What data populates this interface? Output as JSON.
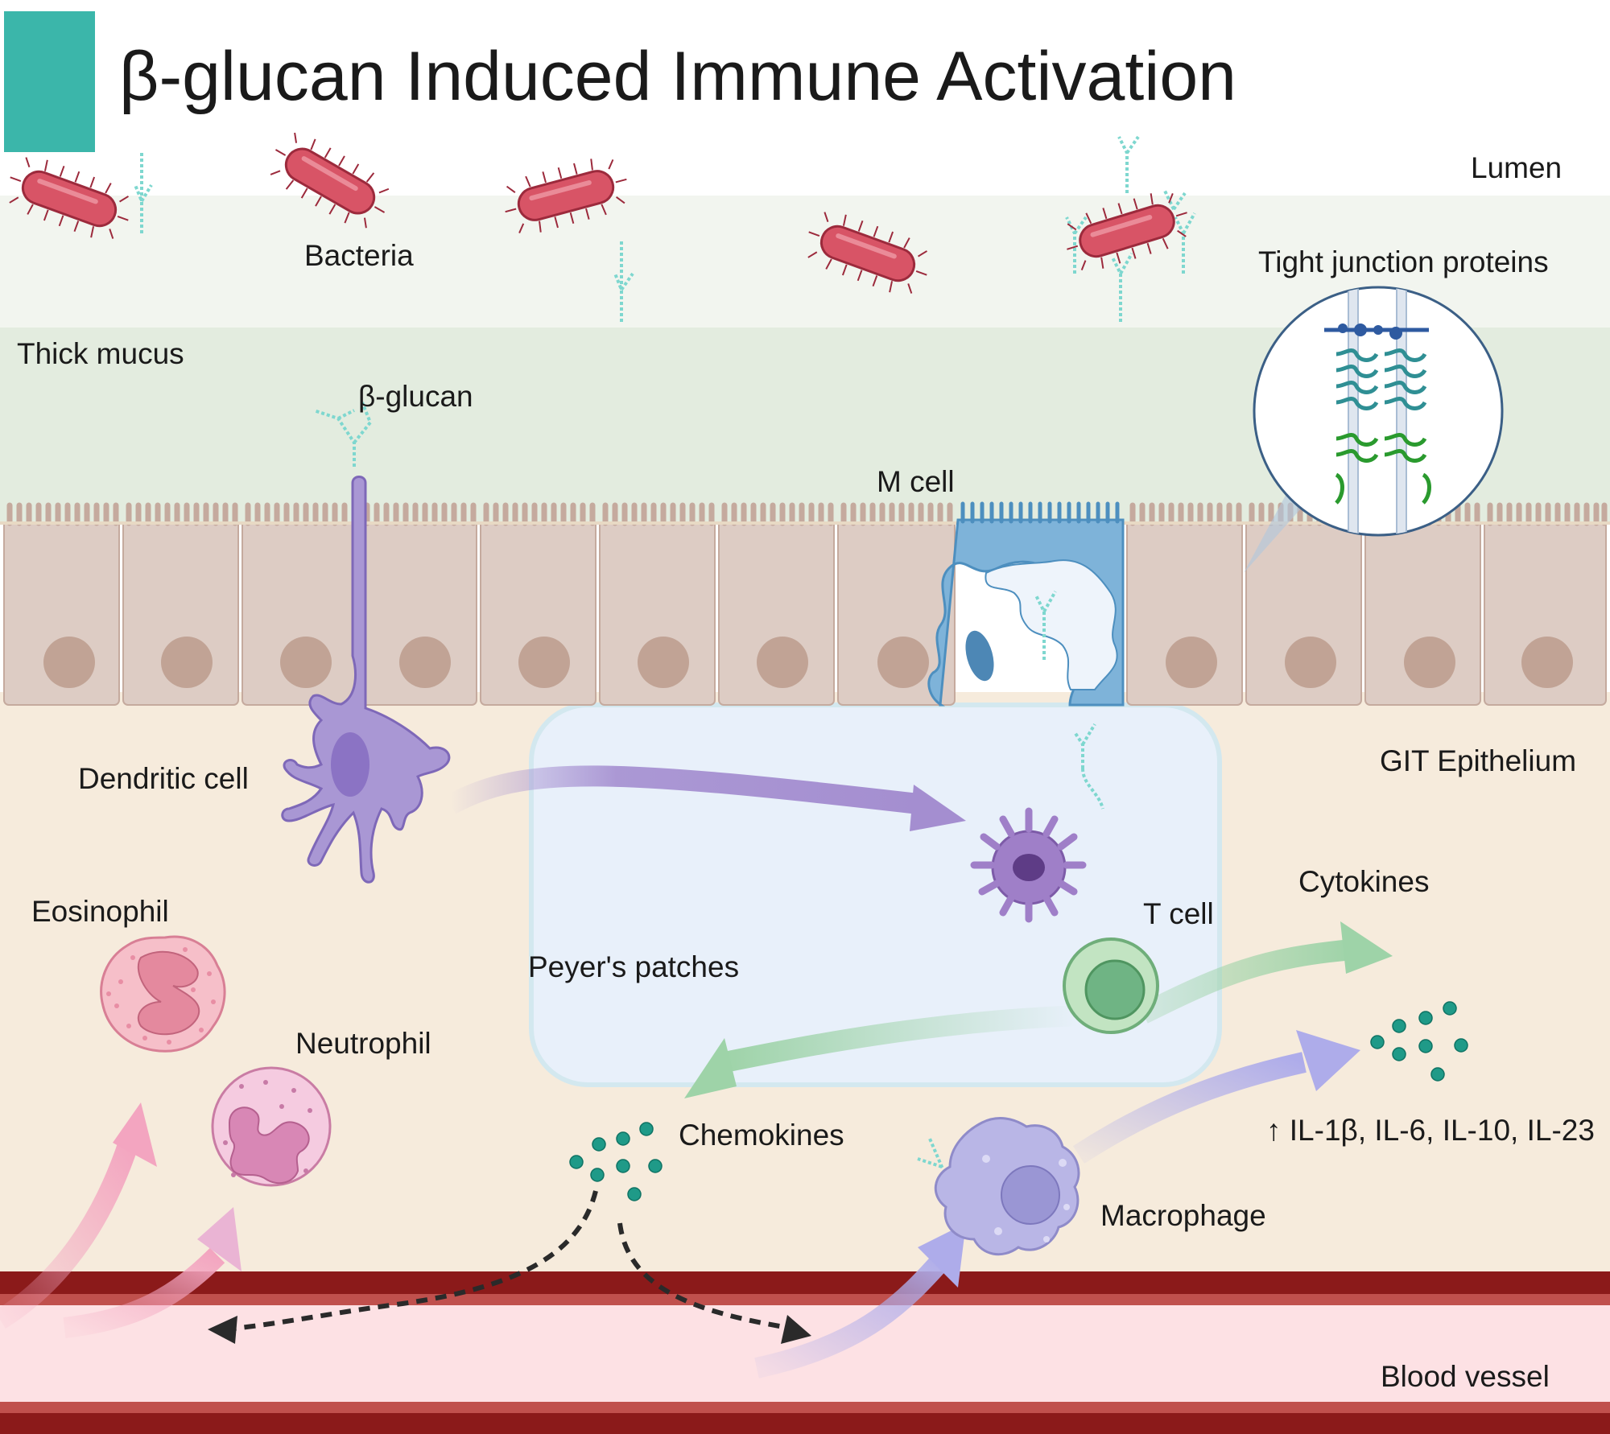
{
  "title": "β-glucan Induced Immune Activation",
  "colors": {
    "title_accent": "#3bb6aa",
    "lumen": "#f2f5ef",
    "mucus": "#e3ecdf",
    "epithelial_cell": "#ddccc4",
    "nucleus": "#c1a395",
    "m_cell": "#7eb3d9",
    "peyers_patch": "#e8f0fa",
    "lamina_propria": "#f6ebdc",
    "bacteria": "#d85466",
    "beta_glucan": "#7ed7cf",
    "dendritic_cell": "#a997d4",
    "t_cell": "#93cf9d",
    "macrophage": "#b9b6e6",
    "eosinophil": "#f6bfc9",
    "neutrophil": "#f0bedd",
    "blood_vessel_wall": "#8b1a1a",
    "blood": "#fde1e4",
    "cytokine_dots": "#1f9a88",
    "arrow_purple": "#a48ed0",
    "arrow_green": "#9ed3a8",
    "arrow_pink": "#f3a5c0",
    "arrow_lavender": "#aeacea"
  },
  "labels": {
    "lumen": "Lumen",
    "bacteria": "Bacteria",
    "thick_mucus": "Thick mucus",
    "beta_glucan": "β-glucan",
    "m_cell": "M cell",
    "tight_junction": "Tight junction proteins",
    "git_epithelium": "GIT Epithelium",
    "dendritic_cell": "Dendritic cell",
    "peyers_patches": "Peyer's patches",
    "t_cell": "T cell",
    "cytokines": "Cytokines",
    "interleukins": "↑ IL-1β, IL-6, IL-10, IL-23",
    "eosinophil": "Eosinophil",
    "neutrophil": "Neutrophil",
    "chemokines": "Chemokines",
    "macrophage": "Macrophage",
    "blood_vessel": "Blood vessel"
  },
  "icons": {
    "bacteria": "bacterium-icon",
    "glucan": "beta-glucan-chain-icon",
    "dendritic": "dendritic-cell-icon",
    "tcell": "t-cell-icon",
    "macrophage": "macrophage-icon",
    "eosinophil": "eosinophil-icon",
    "neutrophil": "neutrophil-icon",
    "tight_junction": "tight-junction-zoom-icon"
  }
}
